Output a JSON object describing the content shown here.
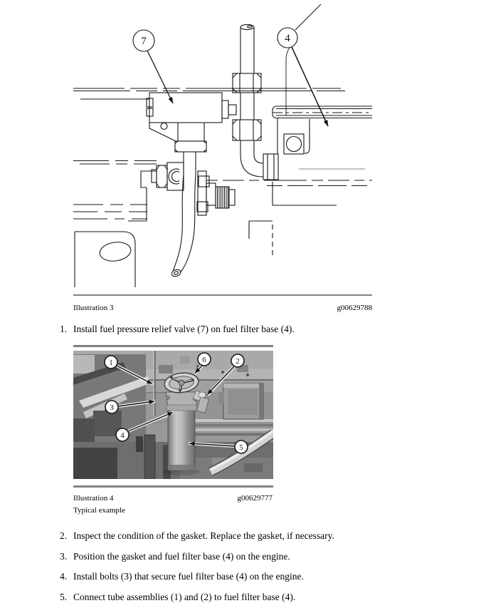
{
  "illustration3": {
    "caption": "Illustration 3",
    "code": "g00629788",
    "callouts": [
      {
        "label": "7"
      },
      {
        "label": "4"
      }
    ]
  },
  "illustration4": {
    "caption": "Illustration 4",
    "code": "g00629777",
    "subcaption": "Typical example",
    "callouts": [
      {
        "label": "1"
      },
      {
        "label": "6"
      },
      {
        "label": "2"
      },
      {
        "label": "3"
      },
      {
        "label": "4"
      },
      {
        "label": "5"
      }
    ]
  },
  "steps": [
    {
      "num": "1.",
      "text": "Install fuel pressure relief valve (7) on fuel filter base (4)."
    },
    {
      "num": "2.",
      "text": "Inspect the condition of the gasket. Replace the gasket, if necessary."
    },
    {
      "num": "3.",
      "text": "Position the gasket and fuel filter base (4) on the engine."
    },
    {
      "num": "4.",
      "text": "Install bolts (3) that secure fuel filter base (4) on the engine."
    },
    {
      "num": "5.",
      "text": "Connect tube assemblies (1) and (2) to fuel filter base (4)."
    }
  ],
  "colors": {
    "page_bg": "#ffffff",
    "rule_gray": "#828282",
    "drawing_line": "#161616",
    "photo_base_gray": "#989898"
  }
}
